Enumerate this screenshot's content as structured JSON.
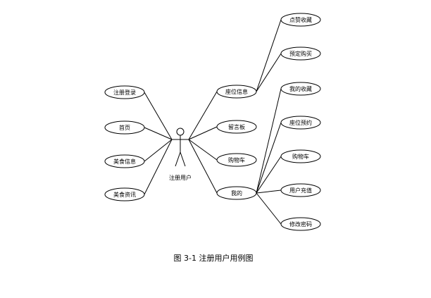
{
  "actor": {
    "label": "注册用户"
  },
  "left_use_cases": [
    {
      "id": "register-login",
      "label": "注册登录"
    },
    {
      "id": "home",
      "label": "首页"
    },
    {
      "id": "food-info",
      "label": "美食信息"
    },
    {
      "id": "food-news",
      "label": "美食资讯"
    }
  ],
  "right_use_cases": [
    {
      "id": "seat-info",
      "label": "座位信息"
    },
    {
      "id": "message-board",
      "label": "留言板"
    },
    {
      "id": "cart",
      "label": "购物车"
    },
    {
      "id": "mine",
      "label": "我的"
    }
  ],
  "seat_info_children": [
    {
      "id": "like-favorite",
      "label": "点赞收藏"
    },
    {
      "id": "reserve-purchase",
      "label": "预定购买"
    }
  ],
  "mine_children": [
    {
      "id": "my-favorites",
      "label": "我的收藏"
    },
    {
      "id": "seat-reservation",
      "label": "座位预约"
    },
    {
      "id": "mine-cart",
      "label": "购物车"
    },
    {
      "id": "recharge",
      "label": "用户充值"
    },
    {
      "id": "change-password",
      "label": "修改密码"
    }
  ],
  "caption": "图 3-1  注册用户用例图"
}
